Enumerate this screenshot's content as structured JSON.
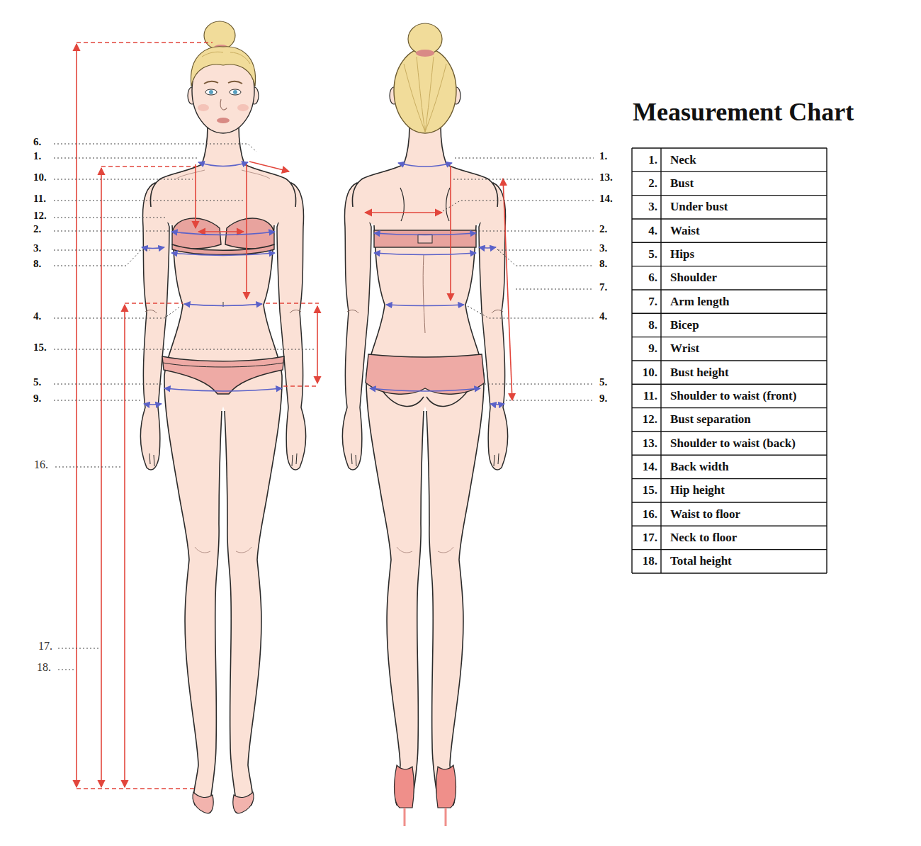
{
  "diagram": {
    "title": "Measurement Chart",
    "labels": [
      "6.",
      "1.",
      "10.",
      "11.",
      "12.",
      "2.",
      "3.",
      "8.",
      "4.",
      "15.",
      "5.",
      "9.",
      "16.",
      "17.",
      "18.",
      "1.",
      "13.",
      "14.",
      "2.",
      "3.",
      "8.",
      "7.",
      "4.",
      "5.",
      "9.",
      "1.",
      "Neck",
      "2.",
      "Bust",
      "3.",
      "Under bust",
      "4.",
      "Waist",
      "5.",
      "Hips",
      "6.",
      "Shoulder",
      "7.",
      "Arm length",
      "8.",
      "Bicep",
      "9.",
      "Wrist",
      "10.",
      "Bust height",
      "11.",
      "Shoulder to waist (front)",
      "12.",
      "Bust separation",
      "13.",
      "Shoulder to waist (back)",
      "14.",
      "Back width",
      "15.",
      "Hip height",
      "16.",
      "Waist to floor",
      "17.",
      "Neck to floor",
      "18.",
      "Total height"
    ]
  }
}
